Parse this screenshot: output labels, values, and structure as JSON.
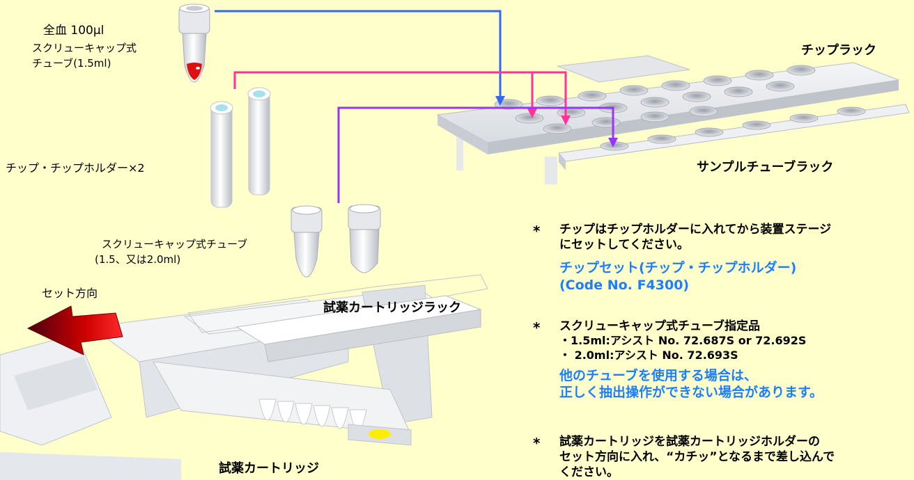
{
  "sample": {
    "title": "全血 100μl",
    "line2": "スクリューキャップ式",
    "line3": "チューブ(1.5ml)"
  },
  "tips": {
    "label": "チップ・チップホルダー×2"
  },
  "sample_tube": {
    "line1": "スクリューキャップ式チューブ",
    "line2": "(1.5、又は2.0ml)"
  },
  "racks": {
    "tip_rack": "チップラック",
    "sample_tube_rack": "サンプルチューブラック",
    "reagent_cartridge_rack": "試薬カートリッジラック",
    "reagent_cartridge": "試薬カートリッジ",
    "set_direction": "セット方向"
  },
  "notes": [
    {
      "star": "*",
      "lines": [
        "チップはチップホルダーに入れてから装置ステージ",
        "にセットしてください。"
      ],
      "highlight": [
        "チップセット(チップ・チップホルダー)",
        "(Code No. F4300)"
      ]
    },
    {
      "star": "*",
      "lines": [
        "スクリューキャップ式チューブ指定品",
        "・1.5ml:アシスト No. 72.687S or 72.692S",
        "・ 2.0ml:アシスト No. 72.693S"
      ],
      "highlight": [
        "他のチューブを使用する場合は、",
        "正しく抽出操作ができない場合があります。"
      ]
    },
    {
      "star": "*",
      "lines": [
        "試薬カートリッジを試薬カートリッジホルダーの",
        "セット方向に入れ、“カチッ”となるまで差し込んで",
        "ください。"
      ]
    }
  ],
  "colors": {
    "background": "#FFFFCC",
    "line_blue": "#3366ff",
    "line_pink": "#ff3399",
    "line_purple": "#9933ff",
    "highlight_text": "#1a7fff",
    "arrow_red": "#aa0000"
  }
}
